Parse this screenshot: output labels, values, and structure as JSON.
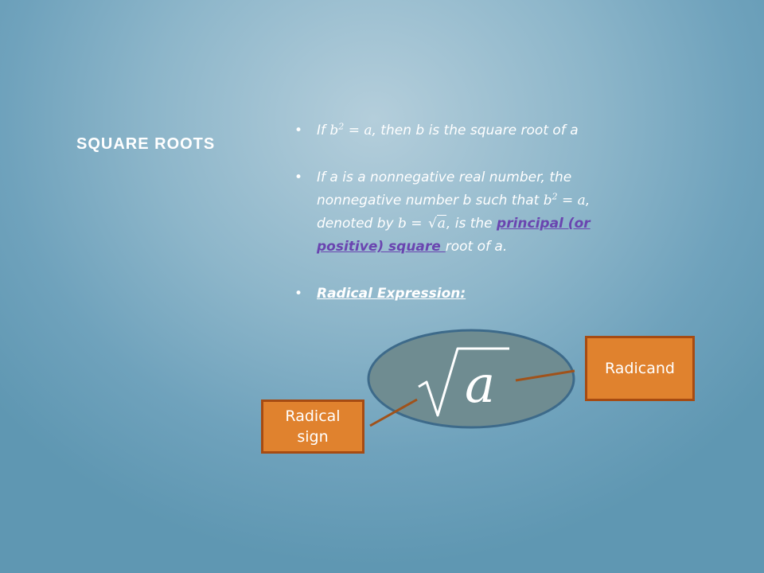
{
  "slide": {
    "title": "SQUARE ROOTS"
  },
  "bullets": [
    {
      "prefix": "If ",
      "math_b": "b",
      "exponent": "2",
      "math_eq": " = a",
      "suffix": ", then b is the square root of a"
    },
    {
      "line_start": "If a is a nonnegative real number, the nonnegative number b such that ",
      "math_b": "b",
      "exponent": "2",
      "math_eq": " = a",
      "middle": ", denoted by ",
      "math_b_eq": "b = ",
      "sqrt_radicand": "a",
      "after_sqrt": ", is the ",
      "link_text": "principal (or positive) square ",
      "end": "root of a."
    },
    {
      "text": "Radical Expression:"
    }
  ],
  "diagram": {
    "expression": "a",
    "radicand_label": "Radicand",
    "radical_label": "Radical sign",
    "colors": {
      "ellipse_fill": "#6f8c91",
      "ellipse_stroke": "#3d6a8a",
      "box_fill": "#e0822e",
      "box_border": "#a64b12",
      "connector": "#a0521a"
    }
  }
}
